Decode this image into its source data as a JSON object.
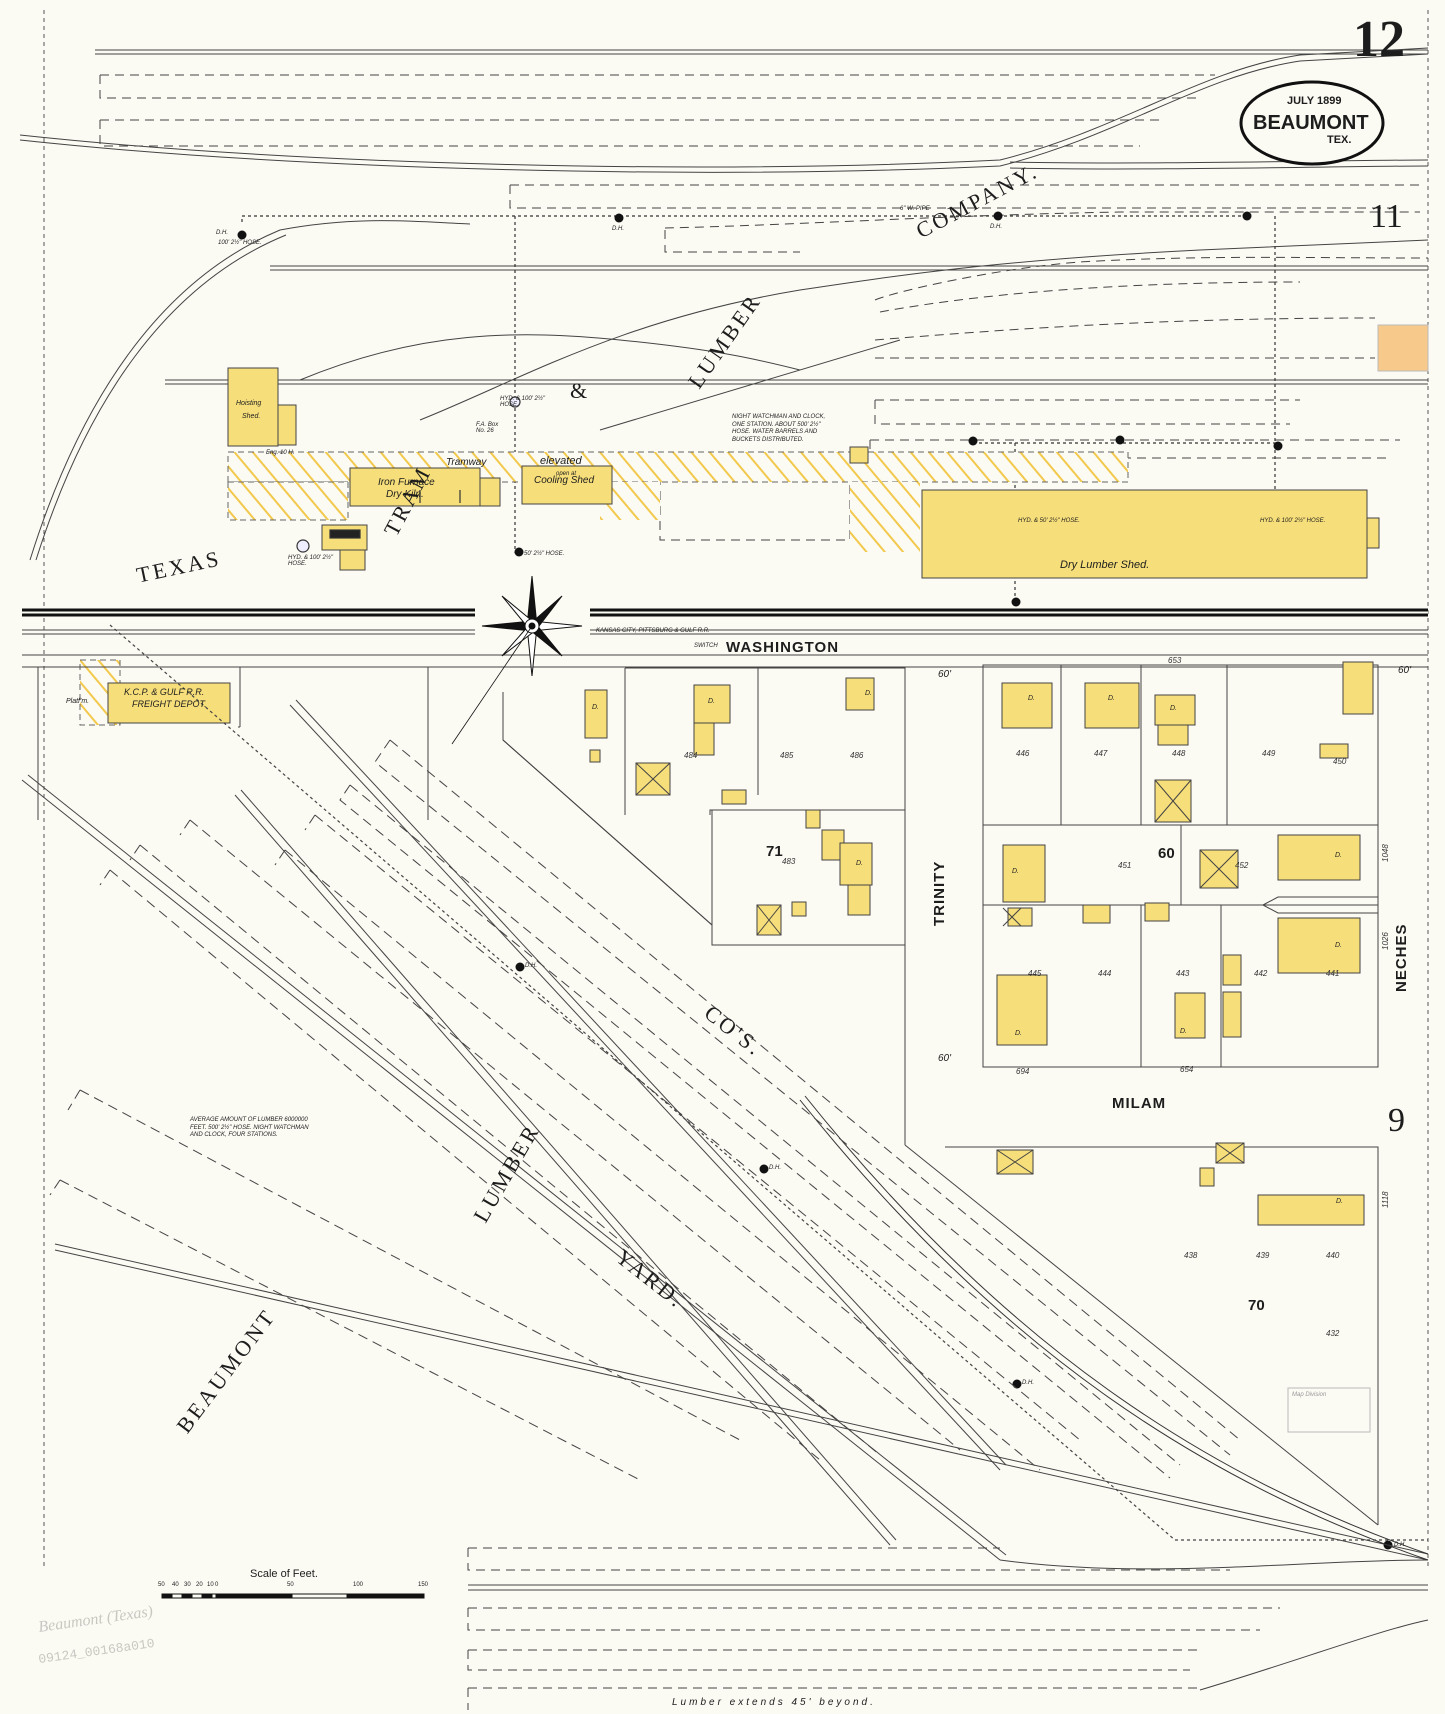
{
  "sheet": {
    "page_number": "12",
    "adjacent_pages": {
      "north": "11",
      "south": "9"
    }
  },
  "title_cartouche": {
    "date": "JULY 1899",
    "city": "BEAUMONT",
    "state": "TEX."
  },
  "streets": {
    "washington": "WASHINGTON",
    "trinity": "TRINITY",
    "neches": "NECHES",
    "milam": "MILAM"
  },
  "blocks": {
    "b71": "71",
    "b60": "60",
    "b70": "70"
  },
  "company_labels": {
    "texas": "TEXAS",
    "tram": "TRAM",
    "amp": "&",
    "lumber": "LUMBER",
    "company": "COMPANY.",
    "beaumont": "BEAUMONT",
    "lumber2": "LUMBER",
    "cos": "CO'S.",
    "yard": "YARD."
  },
  "building_labels": {
    "hoisting": "Hoisting",
    "shed": "Shed.",
    "iron_furnace": "Iron Furnace",
    "dry_kiln": "Dry Kiln.",
    "tramway": "Tramway",
    "elevated": "elevated",
    "open_cooling": "open at",
    "cooling_shed": "Cooling Shed",
    "dry_lumber_shed": "Dry Lumber Shed.",
    "freight_depot_1": "K.C.P. & GULF R.R.",
    "freight_depot_2": "FREIGHT DEPOT.",
    "platform": "Platf'm."
  },
  "notes": {
    "watchman": "NIGHT WATCHMAN AND CLOCK, ONE STATION. ABOUT 500' 2½\" HOSE. WATER BARRELS AND BUCKETS DISTRIBUTED.",
    "lumber_avg": "AVERAGE AMOUNT OF LUMBER 6000000 FEET. 500' 2½\" HOSE. NIGHT WATCHMAN AND CLOCK, FOUR STATIONS.",
    "railroad": "KANSAS CITY, PITTSBURG & GULF R.R.",
    "switch": "SWITCH",
    "lumber_extends": "Lumber extends 45' beyond.",
    "hose_1": "100' 2½\" HOSE.",
    "hose_2": "50' 2½\" HOSE.",
    "hyd_1": "HYD. & 100' 2½\" HOSE.",
    "hyd_2": "HYD. & 100' 2½\" HOSE.",
    "hyd_3": "HYD. & 50' 2½\" HOSE.",
    "hyd_4": "HYD. & 100' 2½\" HOSE.",
    "fa_box": "F.A. Box No. 26",
    "d_h": "D.H.",
    "pipe": "6\" W. PIPE",
    "engine": "Eng. 10 H.",
    "stamp": "Map Division"
  },
  "dwellings_label": "D.",
  "lot_numbers": [
    "484",
    "485",
    "486",
    "446",
    "447",
    "448",
    "449",
    "450",
    "483",
    "451",
    "452",
    "445",
    "444",
    "443",
    "442",
    "441",
    "438",
    "439",
    "440",
    "432"
  ],
  "house_numbers": [
    "653",
    "694",
    "654",
    "1118",
    "1026",
    "1048"
  ],
  "street_widths": "60'",
  "scale": {
    "title": "Scale of Feet.",
    "ticks": [
      "50",
      "40",
      "30",
      "20",
      "10",
      "0",
      "50",
      "100",
      "150"
    ]
  },
  "margin_notes": {
    "signature": "Beaumont (Texas)",
    "catalog": "09124_00168a010"
  },
  "colors": {
    "frame_building": "#f6de7a",
    "paper": "#fbfaf3",
    "ink": "#1d1d1d",
    "hatch": "#f2c94c",
    "adjacent": "#f7c98a"
  }
}
